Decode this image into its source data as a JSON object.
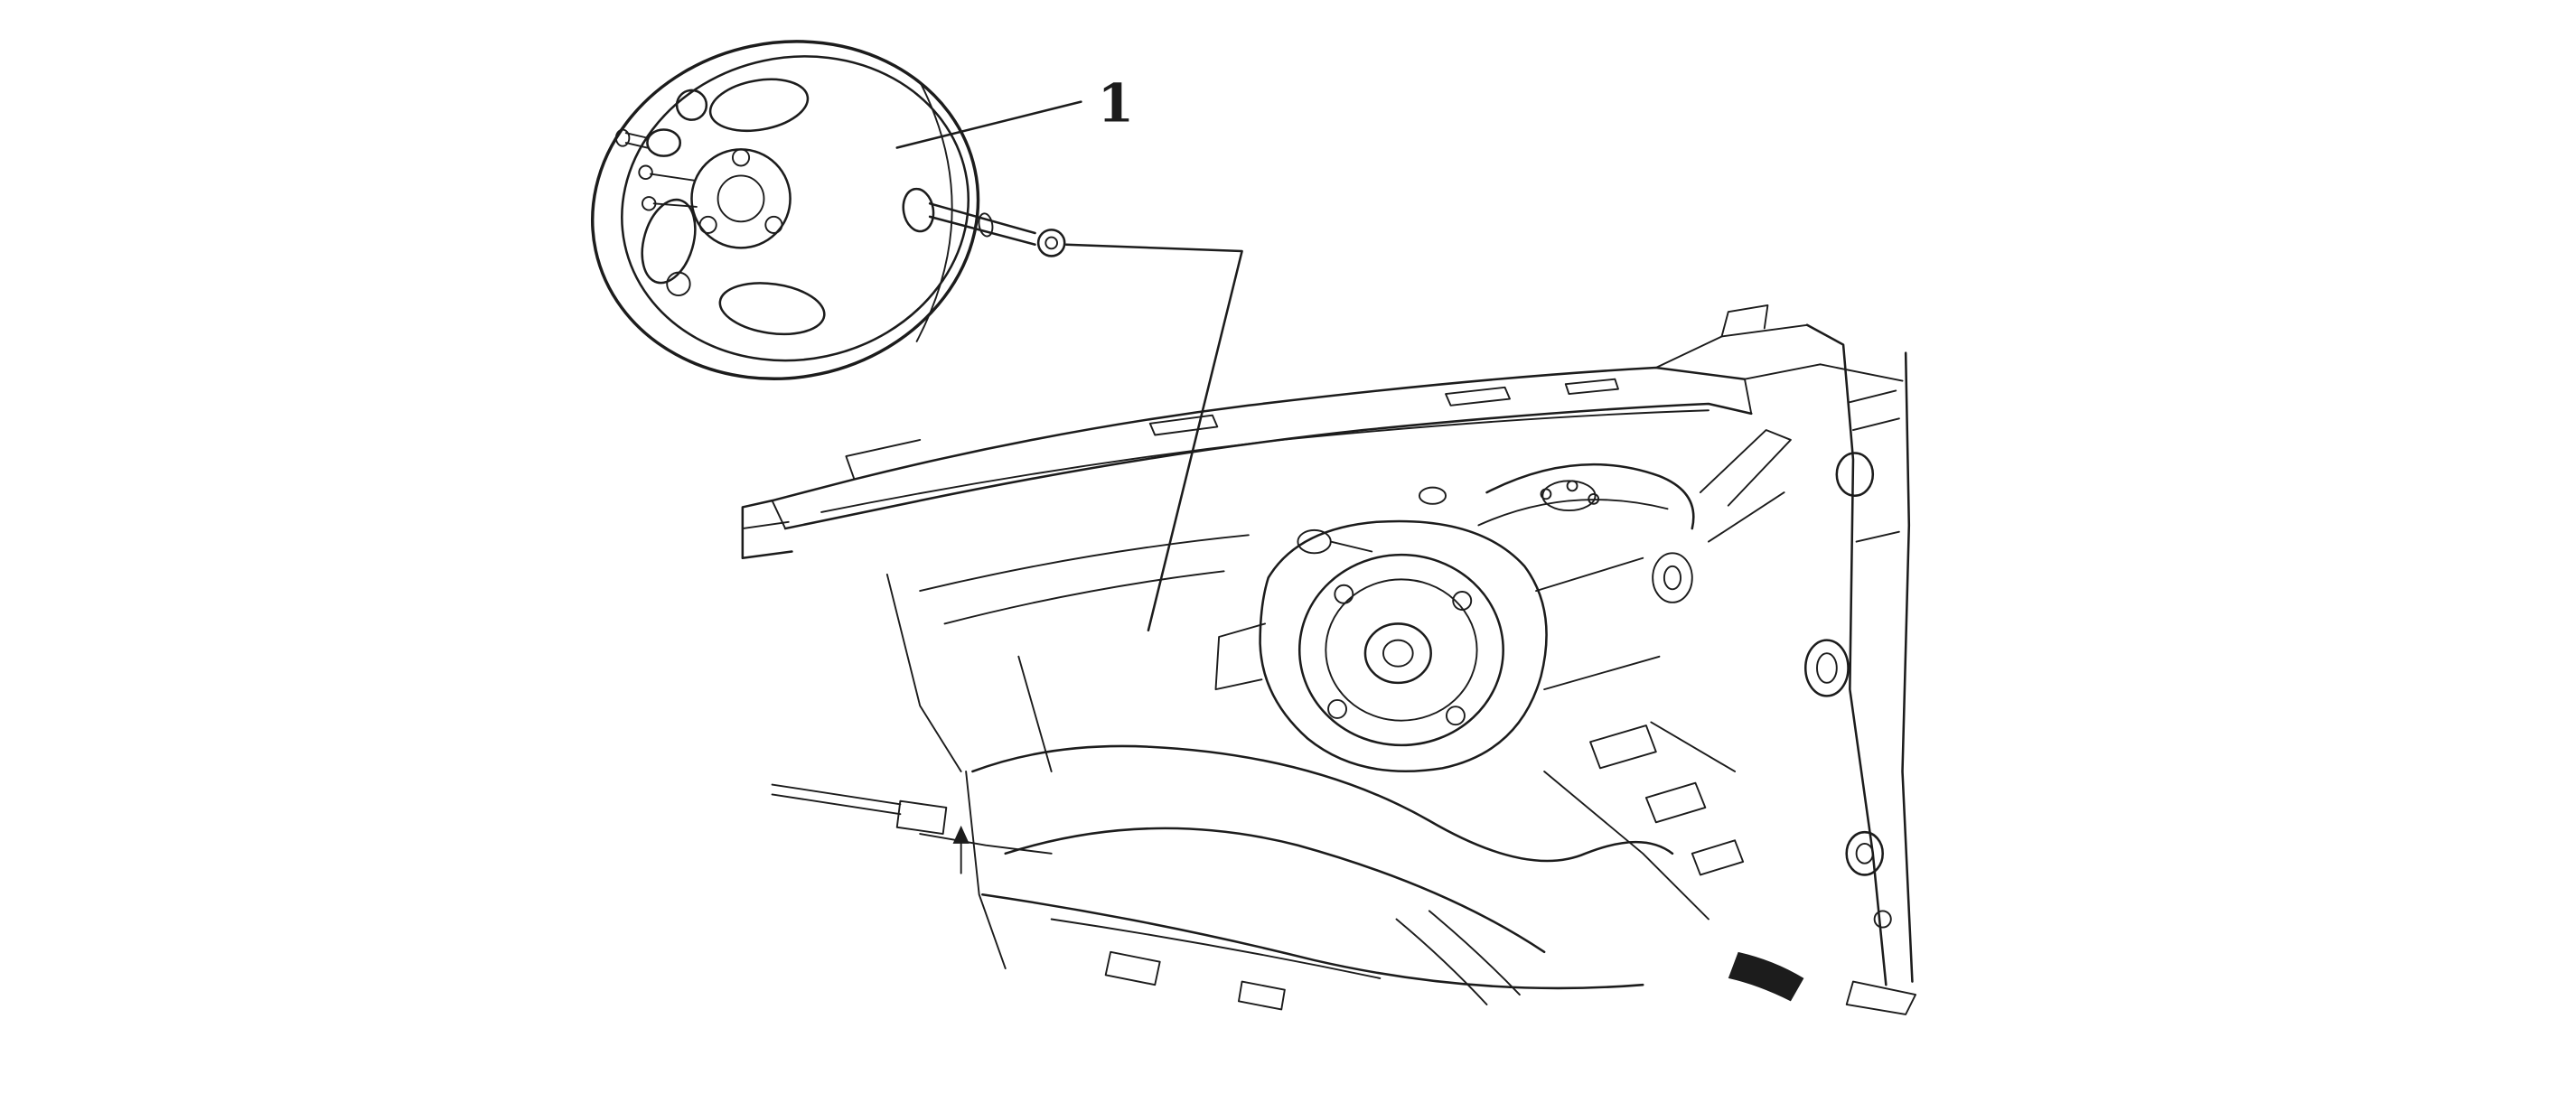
{
  "page": {
    "background_color": "#ffffff",
    "line_color": "#1c1c1c"
  },
  "figure": {
    "kind": "technical-line-illustration",
    "parts": [
      "brake-booster",
      "booster-pushrod",
      "vacuum-check-valve",
      "cowl-panel",
      "dash-panel-booster-mount",
      "strut-tower",
      "frame-rail",
      "wheelhouse"
    ],
    "callouts": [
      {
        "number": "1"
      }
    ]
  }
}
